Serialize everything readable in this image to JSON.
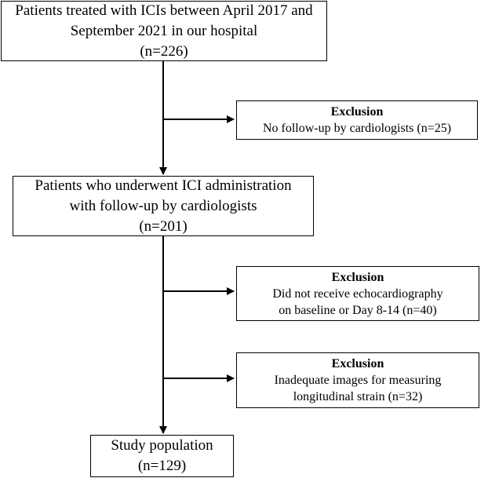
{
  "colors": {
    "stroke": "#000000",
    "background": "#ffffff"
  },
  "boxes": {
    "patients_treated": {
      "lines": [
        "Patients treated with ICIs between April 2017 and",
        "September 2021 in our hospital",
        "(n=226)"
      ]
    },
    "exclusion_1": {
      "heading": "Exclusion",
      "lines": [
        "No follow-up by cardiologists (n=25)"
      ]
    },
    "patients_followup": {
      "lines": [
        "Patients who underwent ICI administration",
        "with follow-up by cardiologists",
        "(n=201)"
      ]
    },
    "exclusion_2": {
      "heading": "Exclusion",
      "lines": [
        "Did not receive echocardiography",
        "on baseline or Day 8-14 (n=40)"
      ]
    },
    "exclusion_3": {
      "heading": "Exclusion",
      "lines": [
        "Inadequate images for measuring",
        "longitudinal strain (n=32)"
      ]
    },
    "study_population": {
      "lines": [
        "Study population",
        "(n=129)"
      ]
    }
  }
}
